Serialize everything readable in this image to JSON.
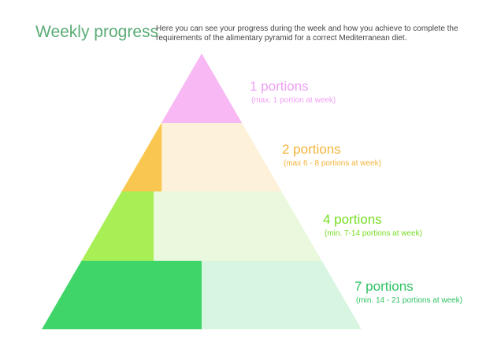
{
  "header": {
    "title": "Weekly progress",
    "description": "Here you can see your progress during the week and how you achieve to complete the requirements of the alimentary pyramid for a correct Mediterranean diet."
  },
  "pyramid": {
    "tiers": [
      {
        "id": "sweets",
        "label": "1 portions",
        "sublabel": "(max. 1 portion at week)",
        "progress": 1.0,
        "fill_color": "#f7b8f3",
        "track_color": "#f7b8f3",
        "text_color": "#f09ff5"
      },
      {
        "id": "protein",
        "label": "2 portions",
        "sublabel": "(max  6 - 8 portions at week)",
        "progress": 0.25,
        "fill_color": "#f9c74f",
        "track_color": "#fdf1da",
        "text_color": "#f5b43a"
      },
      {
        "id": "dairy",
        "label": "4 portions",
        "sublabel": "(min. 7-14 portions at week)",
        "progress": 0.3,
        "fill_color": "#a8ef55",
        "track_color": "#eaf8de",
        "text_color": "#77dd22"
      },
      {
        "id": "grains",
        "label": "7 portions",
        "sublabel": "(min. 14 - 21 portions at week)",
        "progress": 0.5,
        "fill_color": "#3fd569",
        "track_color": "#d8f5e2",
        "text_color": "#2ec262"
      }
    ]
  }
}
